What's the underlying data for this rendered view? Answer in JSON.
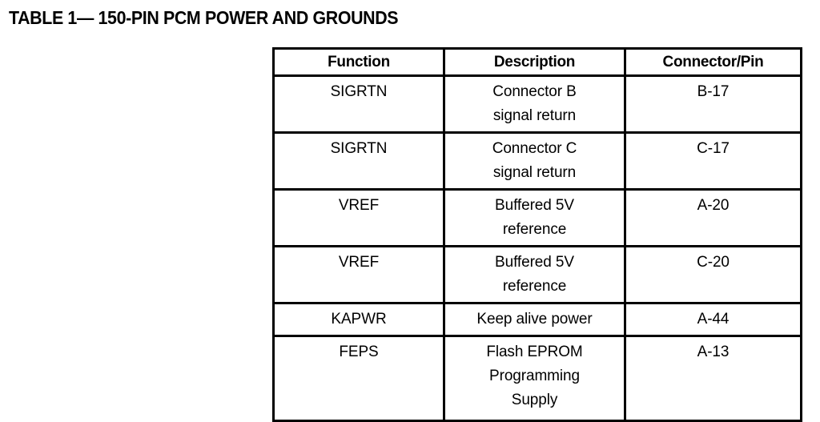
{
  "title": "TABLE 1— 150-PIN PCM POWER AND GROUNDS",
  "colors": {
    "page_background": "#ffffff",
    "text": "#000000",
    "border": "#000000"
  },
  "table": {
    "headers": {
      "function": "Function",
      "description": "Description",
      "connector_pin": "Connector/Pin"
    },
    "rows": [
      {
        "function": "SIGRTN",
        "description_lines": [
          "Connector B",
          "signal return"
        ],
        "connector_pin": "B-17"
      },
      {
        "function": "SIGRTN",
        "description_lines": [
          "Connector C",
          "signal return"
        ],
        "connector_pin": "C-17"
      },
      {
        "function": "VREF",
        "description_lines": [
          "Buffered 5V",
          "reference"
        ],
        "connector_pin": "A-20"
      },
      {
        "function": "VREF",
        "description_lines": [
          "Buffered 5V",
          "reference"
        ],
        "connector_pin": "C-20"
      },
      {
        "function": "KAPWR",
        "description_lines": [
          "Keep alive power"
        ],
        "connector_pin": "A-44"
      },
      {
        "function": "FEPS",
        "description_lines": [
          "Flash EPROM",
          "Programming",
          "Supply"
        ],
        "connector_pin": "A-13"
      }
    ]
  }
}
